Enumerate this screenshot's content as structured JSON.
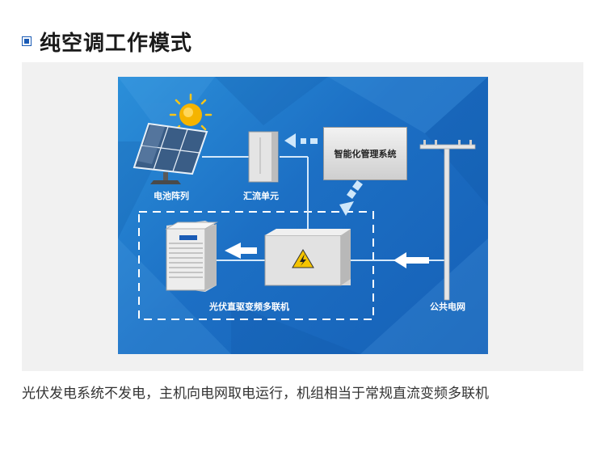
{
  "header": {
    "title": "纯空调工作模式"
  },
  "diagram": {
    "labels": {
      "pv_array": "电池阵列",
      "combiner": "汇流单元",
      "management": "智能化管理系统",
      "vrf_unit": "光伏直驱变频多联机",
      "grid": "公共电网"
    },
    "colors": {
      "background": "#1c6fc4",
      "line": "#d4e8fa",
      "arrow": "#ffffff",
      "sun": "#f5b400"
    },
    "icons": [
      "sun-icon",
      "solar-panel-icon",
      "combiner-cabinet-icon",
      "management-box-icon",
      "inverter-cabinet-icon",
      "warning-icon",
      "outdoor-unit-icon",
      "utility-pole-icon"
    ]
  },
  "caption": "光伏发电系统不发电，主机向电网取电运行，机组相当于常规直流变频多联机"
}
